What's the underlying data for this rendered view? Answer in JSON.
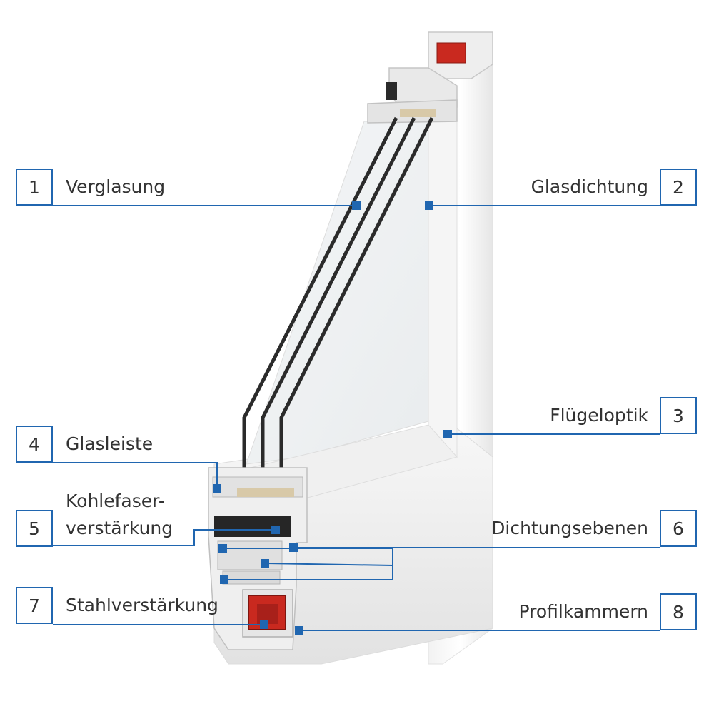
{
  "accent_color": "#2066b0",
  "callouts": [
    {
      "number": "1",
      "label": "Verglasung"
    },
    {
      "number": "2",
      "label": "Glasdichtung"
    },
    {
      "number": "3",
      "label": "Flügeloptik"
    },
    {
      "number": "4",
      "label": "Glasleiste"
    },
    {
      "number": "5",
      "label_line1": "Kohlefaser-",
      "label_line2": "verstärkung"
    },
    {
      "number": "6",
      "label": "Dichtungsebenen"
    },
    {
      "number": "7",
      "label": "Stahlverstärkung"
    },
    {
      "number": "8",
      "label": "Profilkammern"
    }
  ]
}
